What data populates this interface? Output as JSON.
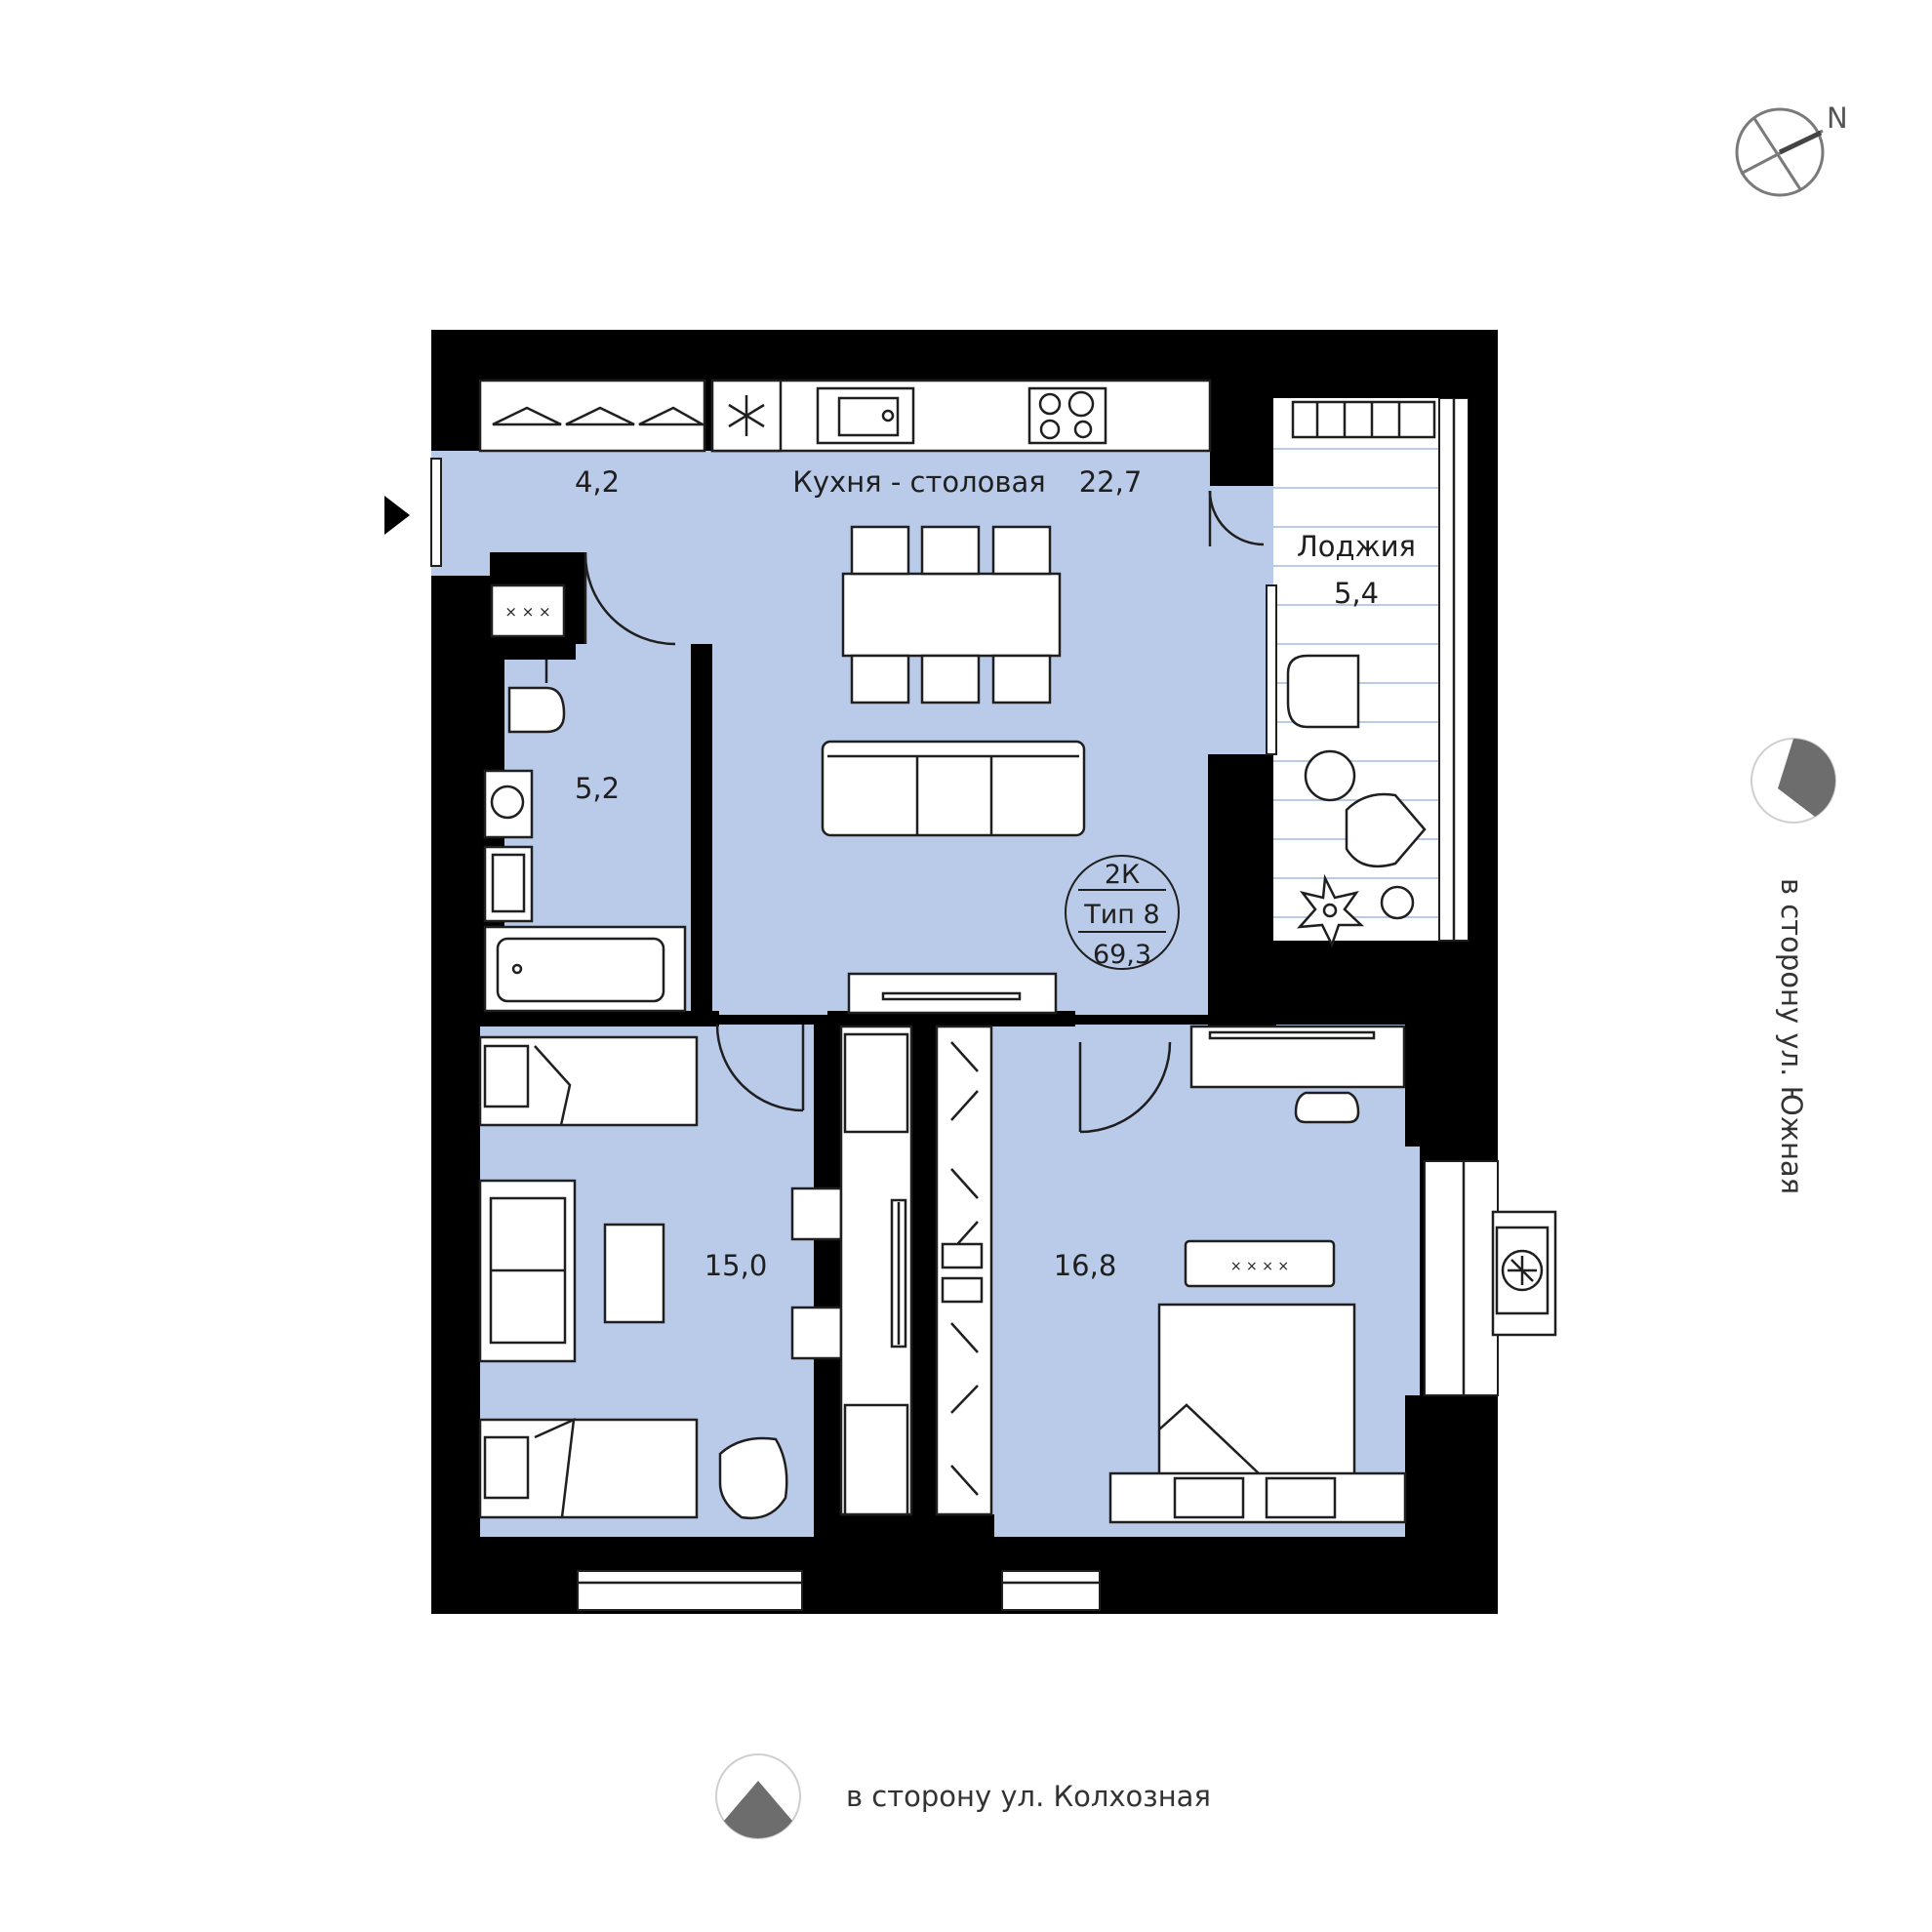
{
  "apartment": {
    "rooms_count": "2К",
    "type": "Тип 8",
    "total_area": "69,3"
  },
  "rooms": {
    "hall": {
      "area": "4,2"
    },
    "kitchen": {
      "name": "Кухня - столовая",
      "area": "22,7"
    },
    "bathroom": {
      "area": "5,2"
    },
    "loggia": {
      "name": "Лоджия",
      "area": "5,4"
    },
    "bedroom_left": {
      "area": "15,0"
    },
    "bedroom_right": {
      "area": "16,8"
    }
  },
  "orientation": {
    "north_label": "N",
    "street_south": "в сторону ул. Южная",
    "street_bottom": "в сторону ул. Колхозная"
  },
  "colors": {
    "room_fill": "#bacbea",
    "wall": "#000000",
    "line": "#1f1f1f",
    "indicator": "#6d6d6d"
  },
  "icons": {
    "entrance": "entrance-arrow-icon",
    "compass": "compass-icon",
    "fridge": "snowflake-icon",
    "ac": "fan-icon"
  }
}
